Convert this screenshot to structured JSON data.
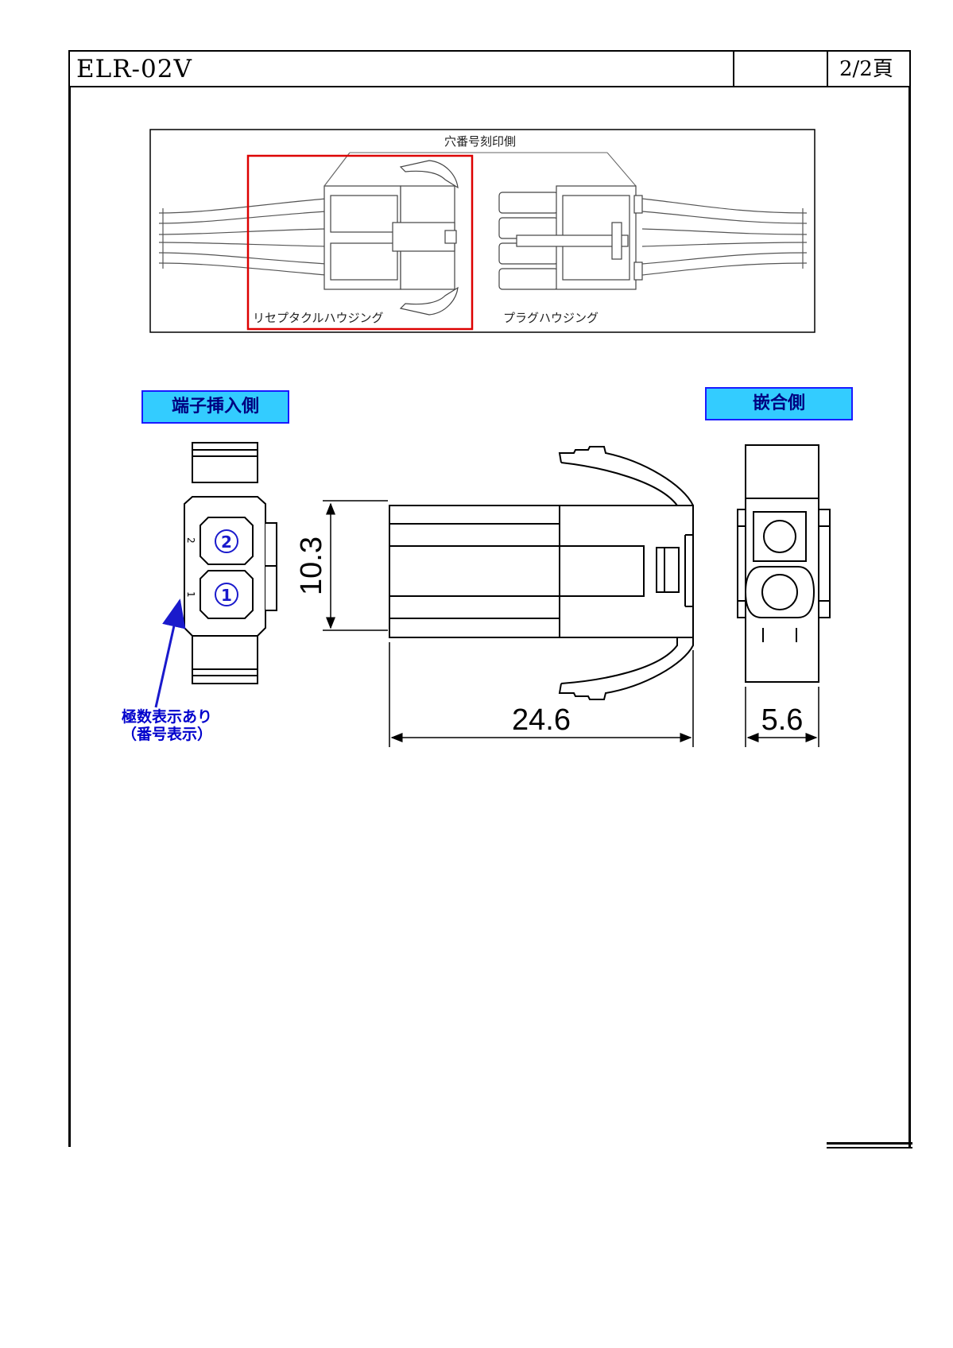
{
  "header": {
    "title": "ELR-02V",
    "page": "2/2頁"
  },
  "photo": {
    "caption_top": "穴番号刻印側",
    "caption_receptacle": "リセプタクルハウジング",
    "caption_plug": "プラグハウジング"
  },
  "views": {
    "insertion_side_label": "端子挿入側",
    "mating_side_label": "嵌合側",
    "pin_2": "2",
    "pin_1": "1",
    "pin_2_small": "2",
    "pin_1_small": "1",
    "polarity_note_line1": "極数表示あり",
    "polarity_note_line2": "（番号表示）"
  },
  "dimensions": {
    "height": "10.3",
    "length": "24.6",
    "width": "5.6"
  },
  "colors": {
    "label_fill": "#33ccff",
    "label_border": "#1a1aff",
    "label_text": "#000080",
    "highlight": "#dd0000",
    "note_text": "#0000cc",
    "arrow": "#1a1acc"
  }
}
